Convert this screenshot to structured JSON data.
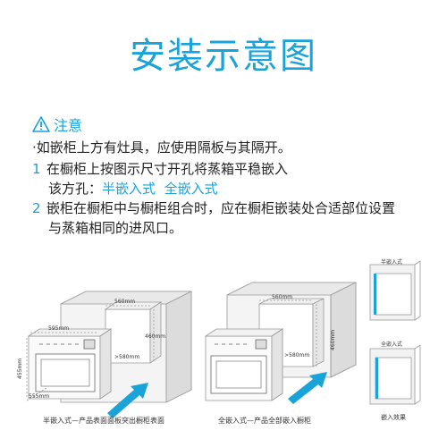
{
  "title": "安装示意图",
  "notice": {
    "label": "注意",
    "bullet": "·如嵌柜上方有灶具，应使用隔板与其隔开。",
    "item1_num": "1",
    "item1_line1": "在橱柜上按图示尺寸开孔将蒸箱平稳嵌入",
    "item1_line2_prefix": "该方孔：",
    "item1_option_half": "半嵌入式",
    "item1_option_full": "全嵌入式",
    "item2_num": "2",
    "item2_line1": "嵌柜在橱柜中与橱柜组合时，应在橱柜嵌装处合适部位设置",
    "item2_line2": "与蒸箱相同的进风口。"
  },
  "diagrams": {
    "half": {
      "caption": "半嵌入式—产品表面面板突出橱柜表面",
      "dims": {
        "top_width": "560mm",
        "side_height": "460mm",
        "depth": ">580mm",
        "oven_width": "595mm",
        "oven_height": "455mm",
        "oven_depth": "555mm"
      }
    },
    "full": {
      "caption": "全嵌入式—产品全部嵌入橱柜",
      "dims": {
        "top_width": "560mm",
        "side_height": "460mm",
        "depth": ">580mm"
      }
    },
    "effect": {
      "caption": "嵌入效果",
      "half_label": "半嵌入式",
      "full_label": "全嵌入式"
    }
  },
  "colors": {
    "accent": "#1aa3d8"
  }
}
